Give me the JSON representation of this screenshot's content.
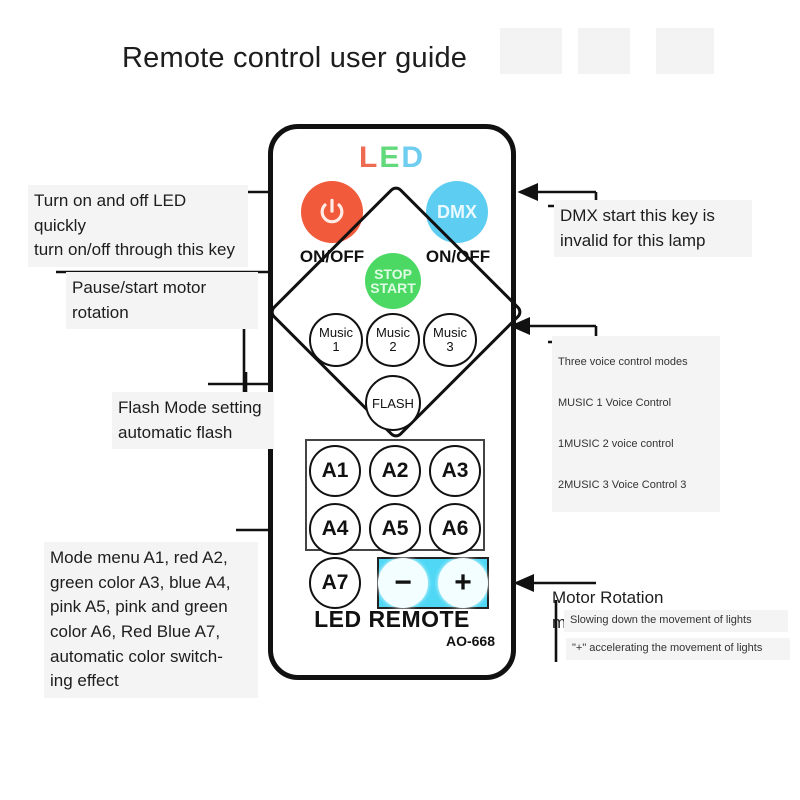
{
  "page": {
    "title": "Remote control user guide",
    "background": "#ffffff"
  },
  "remote": {
    "logo": {
      "letters": [
        {
          "char": "L",
          "color": "#ef6a52"
        },
        {
          "char": "E",
          "color": "#62d97a"
        },
        {
          "char": "D",
          "color": "#6fcdf0"
        }
      ]
    },
    "power_button": {
      "icon": "power-icon",
      "color": "#f15a3b",
      "label": "ON/OFF"
    },
    "dmx_button": {
      "label": "DMX",
      "color": "#5ecdf2",
      "sub_label": "ON/OFF"
    },
    "stop_start_button": {
      "line1": "STOP",
      "line2": "START",
      "color": "#4bd964"
    },
    "music_buttons": [
      {
        "line1": "Music",
        "line2": "1"
      },
      {
        "line1": "Music",
        "line2": "2"
      },
      {
        "line1": "Music",
        "line2": "3"
      }
    ],
    "flash_button": {
      "label": "FLASH"
    },
    "a_buttons": [
      "A1",
      "A2",
      "A3",
      "A4",
      "A5",
      "A6",
      "A7"
    ],
    "minus_button": {
      "label": "−"
    },
    "plus_button": {
      "label": "+"
    },
    "panel_color": "#4fd8f5",
    "brand": "LED REMOTE",
    "model": "AO-668"
  },
  "annotations": {
    "power": "Turn on and off LED quickly\nturn on/off through this key",
    "dmx": "DMX start this key is\ninvalid for this lamp",
    "pause_start": "Pause/start motor rotation",
    "flash": "Flash Mode setting\nautomatic flash",
    "voice": [
      "Three voice control modes",
      "MUSIC 1 Voice Control",
      "1MUSIC 2 voice control",
      "2MUSIC 3 Voice Control 3"
    ],
    "mode_menu": "Mode menu A1, red A2,\ngreen color A3, blue A4,\npink A5, pink and green\ncolor A6, Red Blue A7,\nautomatic color switch-\ning effect",
    "motor_title": "Motor Rotation\nmode \"-\"",
    "motor_minus": "Slowing down the movement of lights",
    "motor_plus": "\"+\" accelerating the movement of lights"
  }
}
